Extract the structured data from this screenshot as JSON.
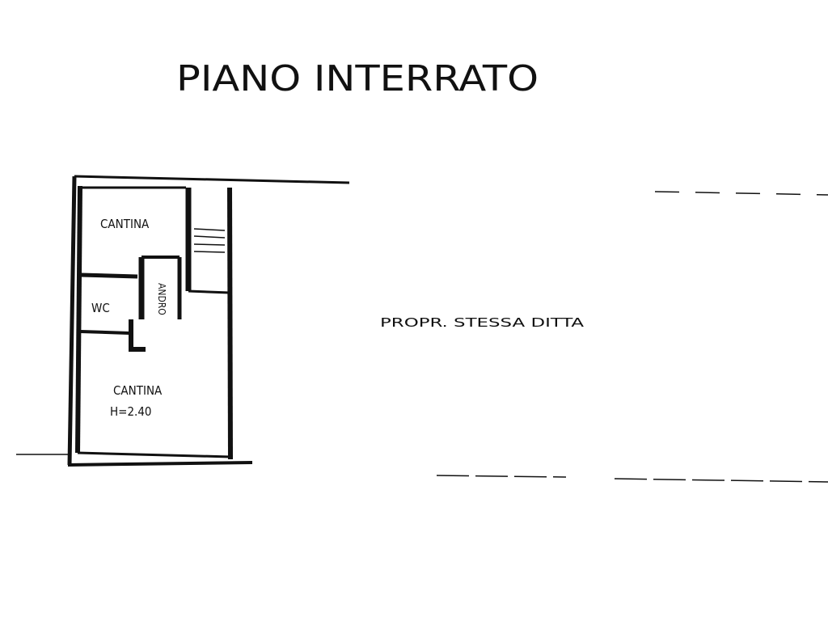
{
  "title": "PIANO INTERRATO",
  "rooms": {
    "cantina_top": "CANTINA",
    "wc": "WC",
    "corridor": "ANDRO",
    "cantina_bottom": "CANTINA",
    "cantina_bottom_height": "H=2.40"
  },
  "neighbour_label": "PROPR.  STESSA DITTA"
}
